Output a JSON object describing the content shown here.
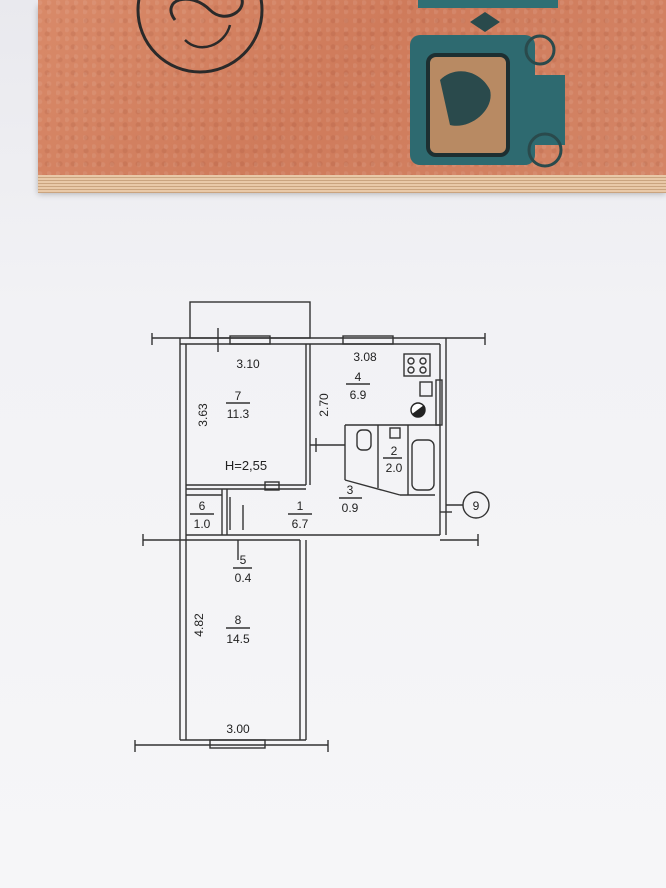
{
  "plan": {
    "height_label": "H=2,55",
    "room_marker": "9",
    "dimensions": [
      {
        "id": "w-7",
        "text": "3.10"
      },
      {
        "id": "w-4",
        "text": "3.08"
      },
      {
        "id": "h-7",
        "text": "3.63"
      },
      {
        "id": "h-4",
        "text": "2.70"
      },
      {
        "id": "h-8",
        "text": "4.82"
      },
      {
        "id": "w-8",
        "text": "3.00"
      }
    ],
    "rooms": [
      {
        "number": "7",
        "area": "11.3"
      },
      {
        "number": "4",
        "area": "6.9"
      },
      {
        "number": "2",
        "area": "2.0"
      },
      {
        "number": "3",
        "area": "0.9"
      },
      {
        "number": "1",
        "area": "6.7"
      },
      {
        "number": "6",
        "area": "1.0"
      },
      {
        "number": "5",
        "area": "0.4"
      },
      {
        "number": "8",
        "area": "14.5"
      }
    ]
  }
}
